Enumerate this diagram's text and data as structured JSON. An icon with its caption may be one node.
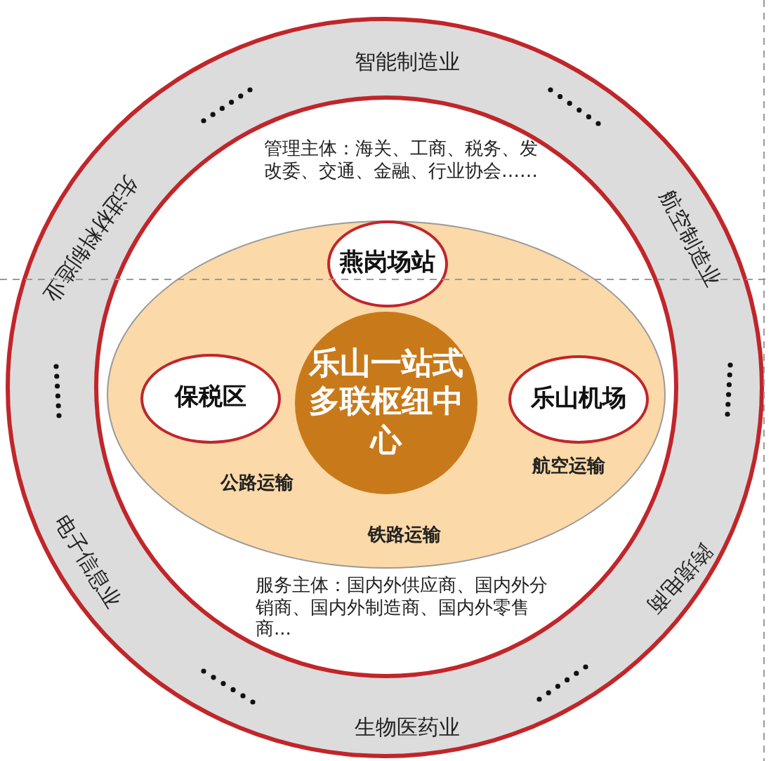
{
  "diagram": {
    "nodes": [
      {
        "text": [
          "智能制造业",
          "航空制造业",
          "跨境电商",
          "生物医药业",
          "电子信息业",
          "先进材料制造业"
        ]
      },
      {
        "text": [
          "管理主体：海关、工商、税务、发改委、交通、金融、行业协会……",
          "服务主体：国内外供应商、国内外分销商、国内外制造商、国内外零售商..."
        ],
        "in": 0
      },
      {
        "text": [
          "公路运输",
          "航空运输",
          "铁路运输"
        ],
        "in": 1
      },
      {
        "text": [
          "燕岗场站"
        ],
        "in": 2
      },
      {
        "text": [
          "保税区"
        ],
        "in": 2
      },
      {
        "text": [
          "乐山一站式多联枢纽中心"
        ],
        "in": 2
      },
      {
        "text": [
          "乐山机场"
        ],
        "in": 2
      }
    ]
  }
}
